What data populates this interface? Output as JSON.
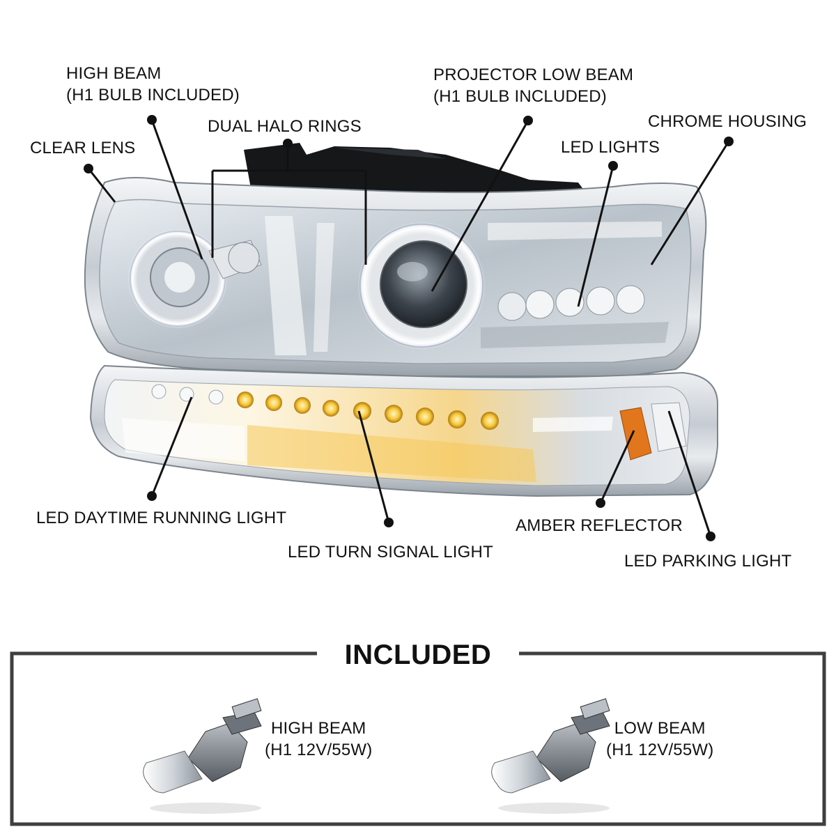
{
  "callouts": {
    "high_beam": {
      "line1": "HIGH BEAM",
      "line2": "(H1 BULB INCLUDED)"
    },
    "dual_halo_rings": "DUAL HALO RINGS",
    "clear_lens": "CLEAR LENS",
    "projector_low_beam": {
      "line1": "PROJECTOR LOW BEAM",
      "line2": "(H1 BULB INCLUDED)"
    },
    "chrome_housing": "CHROME HOUSING",
    "led_lights": "LED LIGHTS",
    "led_daytime_running_light": "LED DAYTIME RUNNING LIGHT",
    "led_turn_signal_light": "LED TURN SIGNAL LIGHT",
    "amber_reflector": "AMBER REFLECTOR",
    "led_parking_light": "LED PARKING LIGHT"
  },
  "included": {
    "title": "INCLUDED",
    "bulbs": [
      {
        "line1": "HIGH BEAM",
        "line2": "(H1 12V/55W)"
      },
      {
        "line1": "LOW BEAM",
        "line2": "(H1 12V/55W)"
      }
    ]
  },
  "colors": {
    "frame": "#3f3f3f",
    "amber": "#f0b020",
    "chrome": "#c9ced4"
  }
}
